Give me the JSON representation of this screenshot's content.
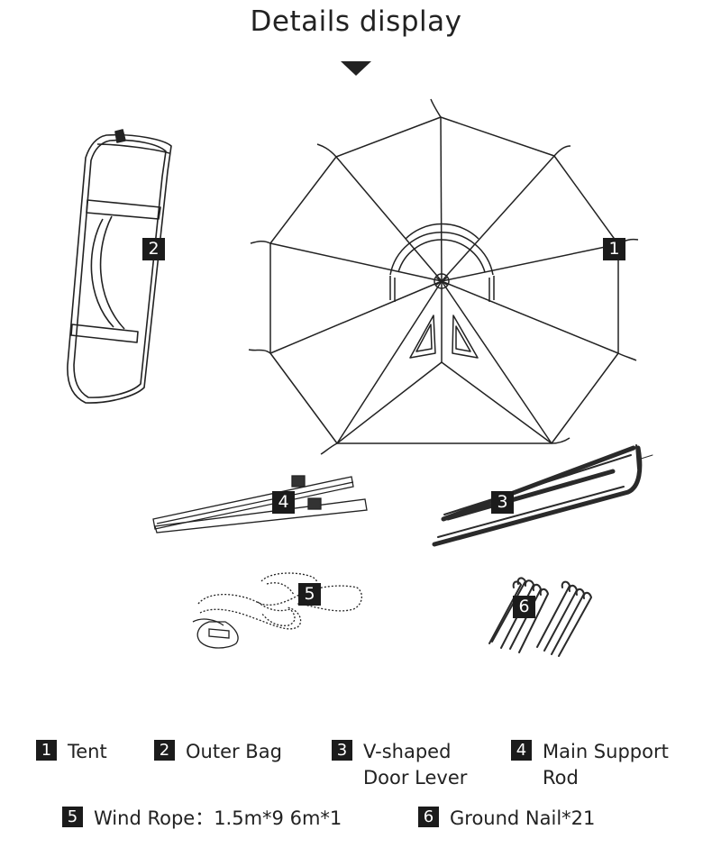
{
  "header": {
    "title": "Details display"
  },
  "callouts": {
    "tent": "1",
    "outer_bag": "2",
    "door_lever": "3",
    "support_rod": "4",
    "wind_rope": "5",
    "ground_nail": "6"
  },
  "legend": [
    {
      "num": "1",
      "lines": [
        "Tent"
      ]
    },
    {
      "num": "2",
      "lines": [
        "Outer Bag"
      ]
    },
    {
      "num": "3",
      "lines": [
        "V-shaped",
        "Door Lever"
      ]
    },
    {
      "num": "4",
      "lines": [
        "Main Support",
        "Rod"
      ]
    },
    {
      "num": "5",
      "lines": [
        "Wind Rope：1.5m*9 6m*1"
      ]
    },
    {
      "num": "6",
      "lines": [
        "Ground Nail*21"
      ]
    }
  ]
}
